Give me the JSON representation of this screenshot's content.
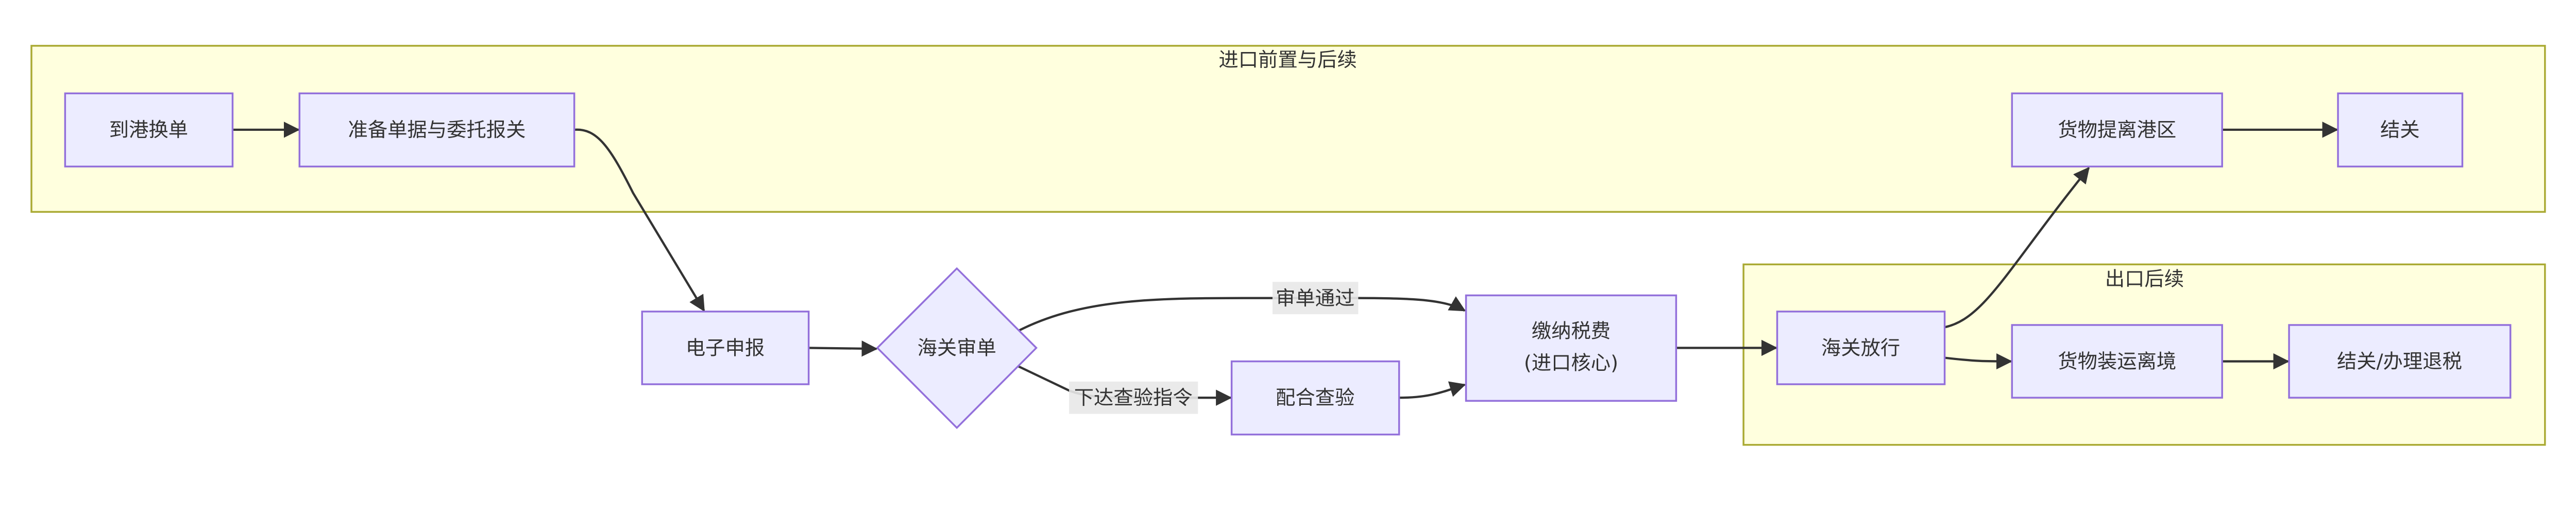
{
  "colors": {
    "node_fill": "#ECECFF",
    "node_stroke": "#9370DB",
    "cluster_fill": "#FFFFDE",
    "cluster_stroke": "#AAAA33",
    "edge": "#333333",
    "edge_label_bg": "#E8E8E8"
  },
  "clusters": {
    "import": {
      "title": "进口前置与后续"
    },
    "export": {
      "title": "出口后续"
    }
  },
  "nodes": {
    "arrive": "到港换单",
    "prepare": "准备单据与委托报关",
    "edeclare": "电子申报",
    "review": "海关审单",
    "inspect": "配合查验",
    "tax_line1": "缴纳税费",
    "tax_line2": "(进口核心)",
    "release": "海关放行",
    "pickup": "货物提离港区",
    "close_import": "结关",
    "ship_out": "货物装运离境",
    "close_export": "结关/办理退税"
  },
  "edge_labels": {
    "pass": "审单通过",
    "inspect_order": "下达查验指令"
  }
}
